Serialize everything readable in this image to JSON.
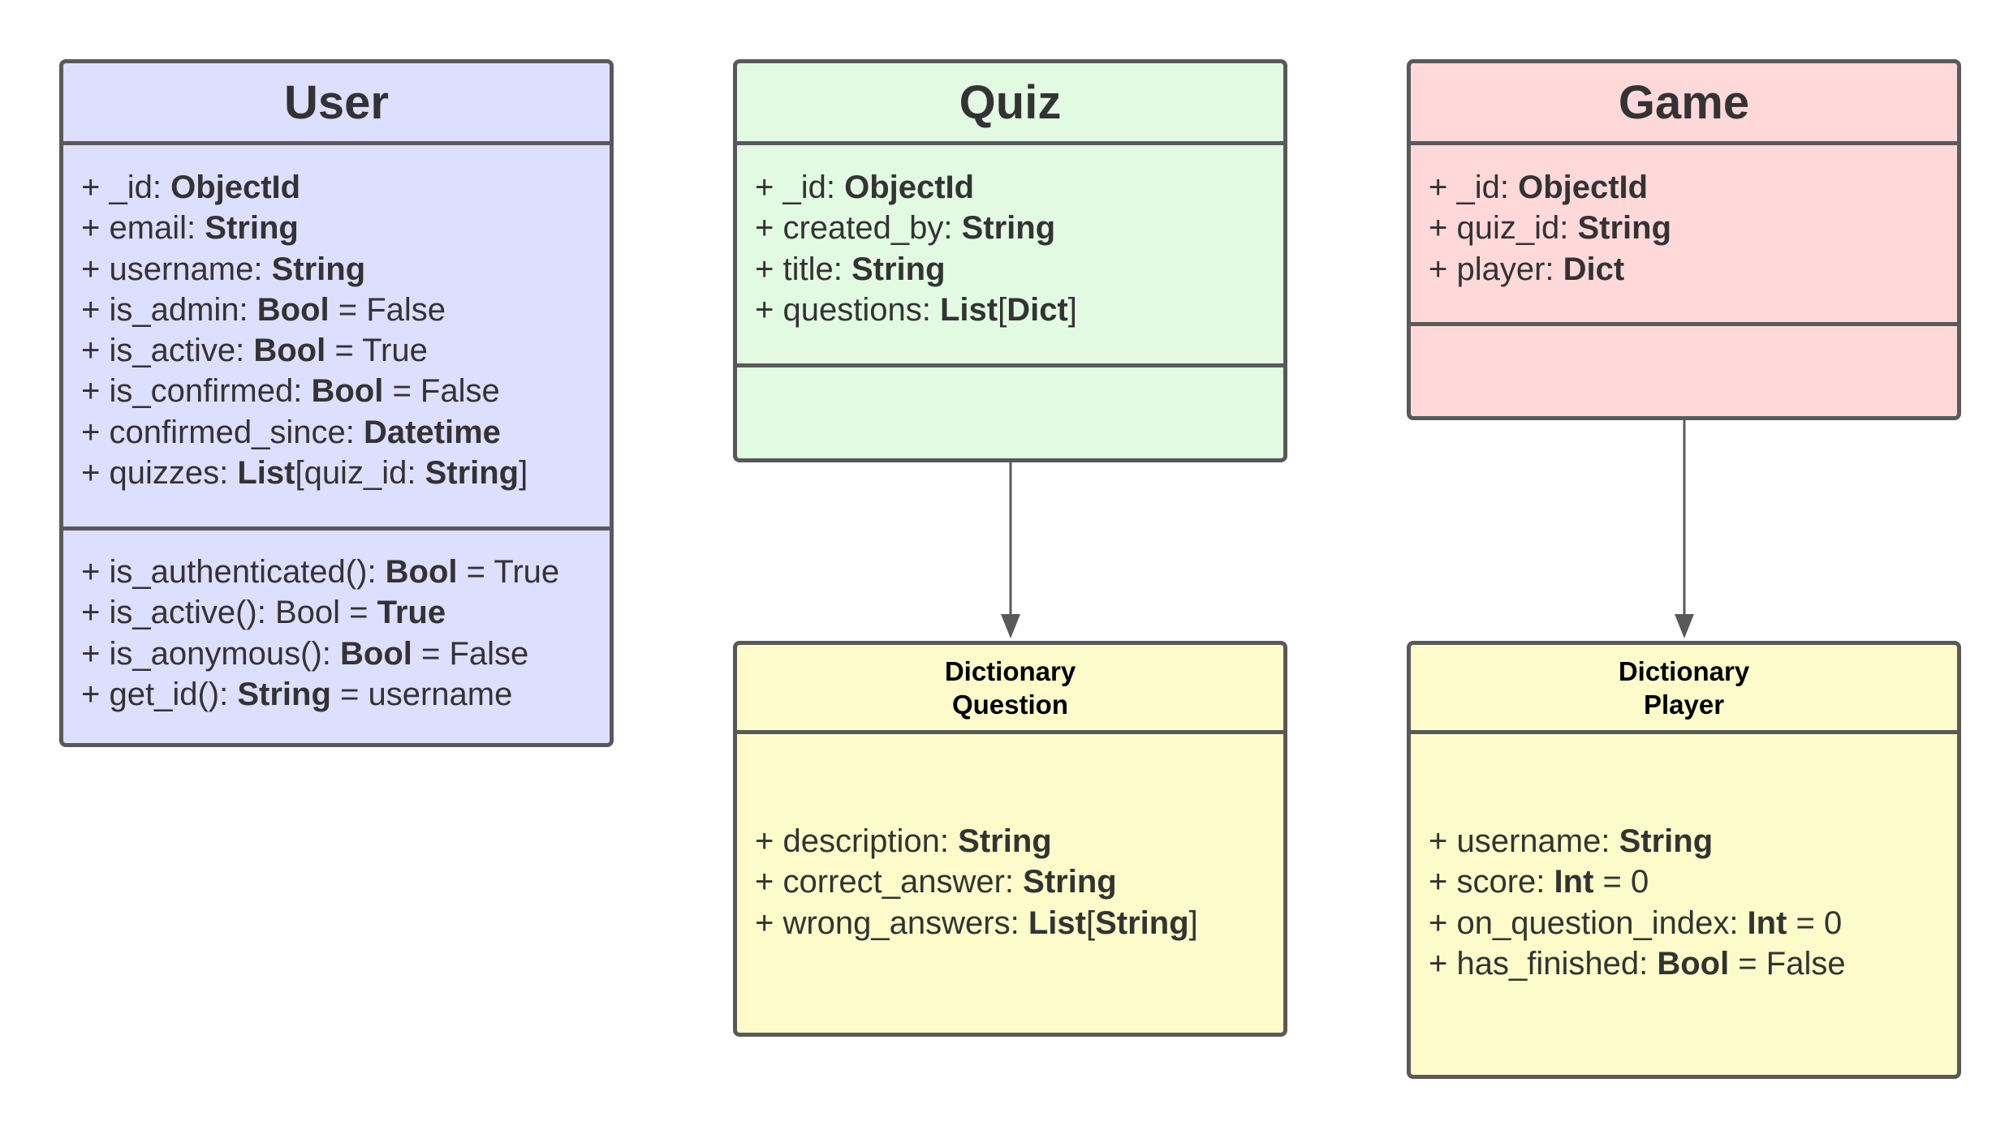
{
  "colors": {
    "user_fill": "#dedeff",
    "quiz_fill": "#e2fae2",
    "game_fill": "#ffd9d9",
    "dict_fill": "#fcfbc9",
    "border": "#595959",
    "text": "#333333"
  },
  "user": {
    "title": "User",
    "attributes": [
      [
        {
          "t": "+ _id: "
        },
        {
          "t": "ObjectId",
          "b": true
        }
      ],
      [
        {
          "t": "+ email: "
        },
        {
          "t": "String",
          "b": true
        }
      ],
      [
        {
          "t": "+ username: "
        },
        {
          "t": "String",
          "b": true
        }
      ],
      [
        {
          "t": "+ is_admin: "
        },
        {
          "t": "Bool",
          "b": true
        },
        {
          "t": " = False"
        }
      ],
      [
        {
          "t": "+ is_active: "
        },
        {
          "t": "Bool",
          "b": true
        },
        {
          "t": " = True"
        }
      ],
      [
        {
          "t": "+ is_confirmed: "
        },
        {
          "t": "Bool",
          "b": true
        },
        {
          "t": " = False"
        }
      ],
      [
        {
          "t": "+ confirmed_since: "
        },
        {
          "t": "Datetime",
          "b": true
        }
      ],
      [
        {
          "t": "+ quizzes: "
        },
        {
          "t": "List",
          "b": true
        },
        {
          "t": "[quiz_id: "
        },
        {
          "t": "String",
          "b": true
        },
        {
          "t": "]"
        }
      ]
    ],
    "methods": [
      [
        {
          "t": "+ is_authenticated(): "
        },
        {
          "t": "Bool",
          "b": true
        },
        {
          "t": " = True"
        }
      ],
      [
        {
          "t": "+ is_active(): Bool = "
        },
        {
          "t": "True",
          "b": true
        }
      ],
      [
        {
          "t": "+ is_aonymous(): "
        },
        {
          "t": "Bool",
          "b": true
        },
        {
          "t": " = False"
        }
      ],
      [
        {
          "t": "+ get_id(): "
        },
        {
          "t": "String",
          "b": true
        },
        {
          "t": " = username"
        }
      ]
    ]
  },
  "quiz": {
    "title": "Quiz",
    "attributes": [
      [
        {
          "t": "+ _id: "
        },
        {
          "t": "ObjectId",
          "b": true
        }
      ],
      [
        {
          "t": "+ created_by: "
        },
        {
          "t": "String",
          "b": true
        }
      ],
      [
        {
          "t": "+ title: "
        },
        {
          "t": "String",
          "b": true
        }
      ],
      [
        {
          "t": "+ questions: "
        },
        {
          "t": "List",
          "b": true
        },
        {
          "t": "["
        },
        {
          "t": "Dict",
          "b": true
        },
        {
          "t": "]"
        }
      ]
    ]
  },
  "game": {
    "title": "Game",
    "attributes": [
      [
        {
          "t": "+ _id: "
        },
        {
          "t": "ObjectId",
          "b": true
        }
      ],
      [
        {
          "t": "+ quiz_id: "
        },
        {
          "t": "String",
          "b": true
        }
      ],
      [
        {
          "t": "+ player: "
        },
        {
          "t": "Dict",
          "b": true
        }
      ]
    ]
  },
  "question": {
    "title_line1": "Dictionary",
    "title_line2": "Question",
    "fields": [
      [
        {
          "t": "+ description: "
        },
        {
          "t": "String",
          "b": true
        }
      ],
      [
        {
          "t": "+ correct_answer: "
        },
        {
          "t": "String",
          "b": true
        }
      ],
      [
        {
          "t": "+ wrong_answers: "
        },
        {
          "t": "List",
          "b": true
        },
        {
          "t": "["
        },
        {
          "t": "String",
          "b": true
        },
        {
          "t": "]"
        }
      ]
    ]
  },
  "player": {
    "title_line1": "Dictionary",
    "title_line2": "Player",
    "fields": [
      [
        {
          "t": "+ username: "
        },
        {
          "t": "String",
          "b": true
        }
      ],
      [
        {
          "t": "+ score: "
        },
        {
          "t": "Int",
          "b": true
        },
        {
          "t": " = 0"
        }
      ],
      [
        {
          "t": "+ on_question_index: "
        },
        {
          "t": "Int",
          "b": true
        },
        {
          "t": " = 0"
        }
      ],
      [
        {
          "t": "+ has_finished: "
        },
        {
          "t": "Bool",
          "b": true
        },
        {
          "t": " = False"
        }
      ]
    ]
  }
}
